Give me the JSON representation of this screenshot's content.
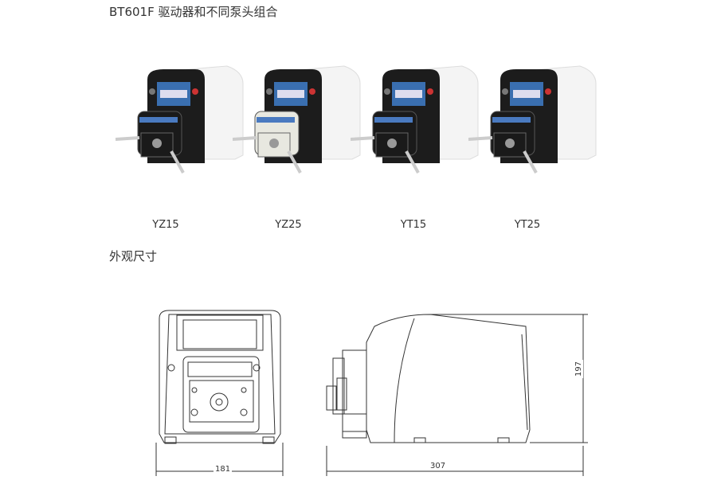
{
  "header": {
    "title": "BT601F 驱动器和不同泵头组合"
  },
  "products": [
    {
      "label": "YZ15",
      "head_color": "#1a1a1a"
    },
    {
      "label": "YZ25",
      "head_color": "#e8e8e0"
    },
    {
      "label": "YT15",
      "head_color": "#1a1a1a"
    },
    {
      "label": "YT25",
      "head_color": "#1a1a1a"
    }
  ],
  "dimensions": {
    "section_title": "外观尺寸",
    "width": "181",
    "length": "307",
    "height": "197"
  }
}
